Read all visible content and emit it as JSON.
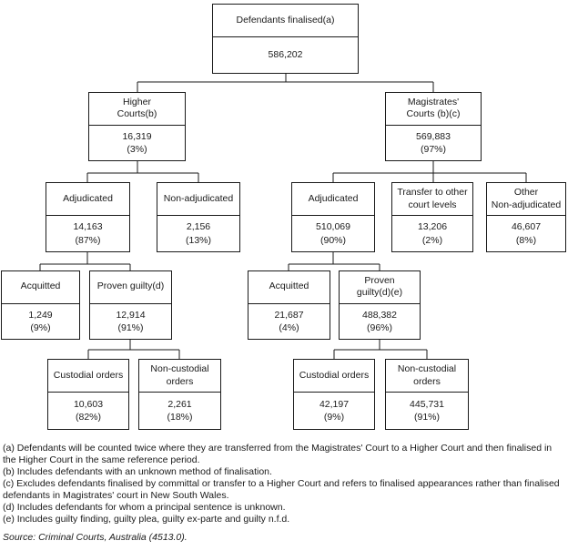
{
  "diagram": {
    "nodes": {
      "root": {
        "label": "Defendants finalised(a)",
        "value": "586,202"
      },
      "higher_courts": {
        "label": "Higher\nCourts(b)",
        "value": "16,319",
        "pct": "(3%)"
      },
      "magistrates": {
        "label": "Magistrates'\nCourts (b)(c)",
        "value": "569,883",
        "pct": "(97%)"
      },
      "adjudicated_h": {
        "label": "Adjudicated",
        "value": "14,163",
        "pct": "(87%)"
      },
      "non_adjudicated_h": {
        "label": "Non-adjudicated",
        "value": "2,156",
        "pct": "(13%)"
      },
      "adjudicated_m": {
        "label": "Adjudicated",
        "value": "510,069",
        "pct": "(90%)"
      },
      "transfer": {
        "label": "Transfer to other\ncourt levels",
        "value": "13,206",
        "pct": "(2%)"
      },
      "other_non_adjudicated": {
        "label": "Other\nNon-adjudicated",
        "value": "46,607",
        "pct": "(8%)"
      },
      "acquitted_h": {
        "label": "Acquitted",
        "value": "1,249",
        "pct": "(9%)"
      },
      "proven_guilty_h": {
        "label": "Proven guilty(d)",
        "value": "12,914",
        "pct": "(91%)"
      },
      "acquitted_m": {
        "label": "Acquitted",
        "value": "21,687",
        "pct": "(4%)"
      },
      "proven_guilty_m": {
        "label": "Proven\nguilty(d)(e)",
        "value": "488,382",
        "pct": "(96%)"
      },
      "custodial_h": {
        "label": "Custodial orders",
        "value": "10,603",
        "pct": "(82%)"
      },
      "non_custodial_h": {
        "label": "Non-custodial\norders",
        "value": "2,261",
        "pct": "(18%)"
      },
      "custodial_m": {
        "label": "Custodial orders",
        "value": "42,197",
        "pct": "(9%)"
      },
      "non_custodial_m": {
        "label": "Non-custodial\norders",
        "value": "445,731",
        "pct": "(91%)"
      }
    },
    "footnotes": [
      "(a) Defendants will be counted twice where they are transferred from the Magistrates' Court to a Higher Court and then finalised in the Higher Court in the same reference period.",
      "(b) Includes defendants with an unknown method of finalisation.",
      "(c) Excludes defendants finalised by committal or transfer to a Higher Court and refers to finalised appearances rather than finalised defendants in Magistrates' court in New South Wales.",
      "(d) Includes defendants for whom a principal sentence is unknown.",
      "(e) Includes guilty finding, guilty plea, guilty ex-parte and guilty n.f.d."
    ],
    "source": "Source: Criminal Courts, Australia (4513.0).",
    "line_color": "#1a1a1a"
  }
}
